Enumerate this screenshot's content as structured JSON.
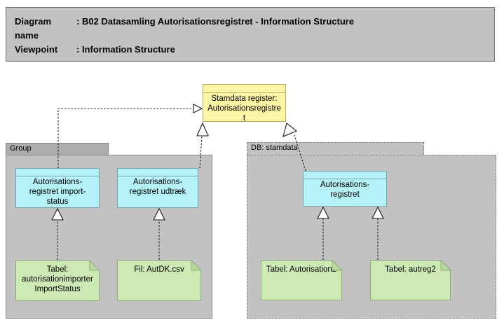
{
  "title_block": {
    "rows": [
      {
        "label": "Diagram name",
        "value": ": B02 Datasamling Autorisationsregistret - Information Structure"
      },
      {
        "label": "Viewpoint",
        "value": ": Information Structure"
      }
    ]
  },
  "containers": {
    "group": {
      "label": "Group"
    },
    "db": {
      "label": "DB: stamdata"
    }
  },
  "nodes": {
    "stamdata_register": {
      "type": "business-object",
      "text": "Stamdata register:\nAutorisationsregistre\nt"
    },
    "import_status": {
      "type": "data-object",
      "text": "Autorisations-\nregistret import-\nstatus"
    },
    "udtraek": {
      "type": "data-object",
      "text": "Autorisations-\nregistret udtræk"
    },
    "autorisationsregistret": {
      "type": "data-object",
      "text": "Autorisations-\nregistret"
    },
    "note_importstatus": {
      "type": "note",
      "text": "Tabel:\nautorisationimporter\nImportStatus"
    },
    "note_autdk": {
      "type": "note",
      "text": "Fil: AutDK.csv"
    },
    "note_autorisation2": {
      "type": "note",
      "text": "Tabel: Autorisation2"
    },
    "note_autreg2": {
      "type": "note",
      "text": "Tabel: autreg2"
    }
  },
  "relationships": {
    "type": "realization",
    "style": "dashed-line-hollow-triangle"
  },
  "colors": {
    "canvas": "#ffffff",
    "title_fill": "#c2c2c2",
    "container_fill": "#c2c2c2",
    "container_tab_fill": "#acacac",
    "container_border": "#848484",
    "data_object_fill": "#b5f1f9",
    "data_object_border": "#7aa4ab",
    "business_object_fill": "#faf5a4",
    "business_object_border": "#b3ac5f",
    "note_fill": "#cde9b4",
    "note_border": "#90ab7a",
    "note_fold": "#b9d89e",
    "connector": "#1a1a1a"
  }
}
